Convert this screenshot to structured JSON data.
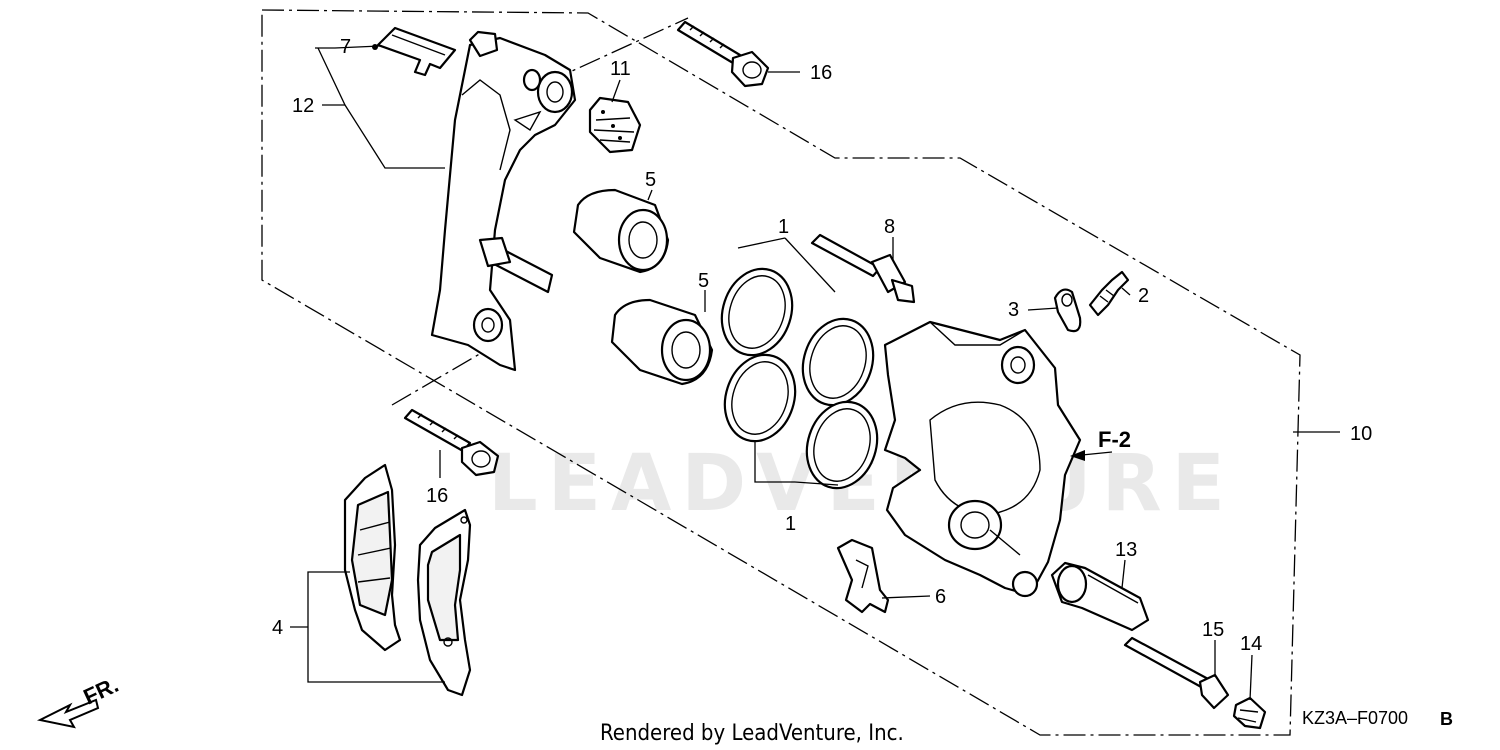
{
  "diagram": {
    "watermark": "LEADVENTURE",
    "footer": "Rendered by LeadVenture, Inc.",
    "diagram_code": "KZ3A–F0700",
    "diagram_revision": "B",
    "direction_label": "FR.",
    "ref_label": "F-2",
    "callouts": [
      {
        "id": "c1a",
        "text": "1"
      },
      {
        "id": "c1b",
        "text": "1"
      },
      {
        "id": "c2",
        "text": "2"
      },
      {
        "id": "c3",
        "text": "3"
      },
      {
        "id": "c4",
        "text": "4"
      },
      {
        "id": "c5a",
        "text": "5"
      },
      {
        "id": "c5b",
        "text": "5"
      },
      {
        "id": "c6",
        "text": "6"
      },
      {
        "id": "c7",
        "text": "7"
      },
      {
        "id": "c8",
        "text": "8"
      },
      {
        "id": "c10",
        "text": "10"
      },
      {
        "id": "c11",
        "text": "11"
      },
      {
        "id": "c12",
        "text": "12"
      },
      {
        "id": "c13",
        "text": "13"
      },
      {
        "id": "c14",
        "text": "14"
      },
      {
        "id": "c15",
        "text": "15"
      },
      {
        "id": "c16a",
        "text": "16"
      },
      {
        "id": "c16b",
        "text": "16"
      }
    ]
  }
}
